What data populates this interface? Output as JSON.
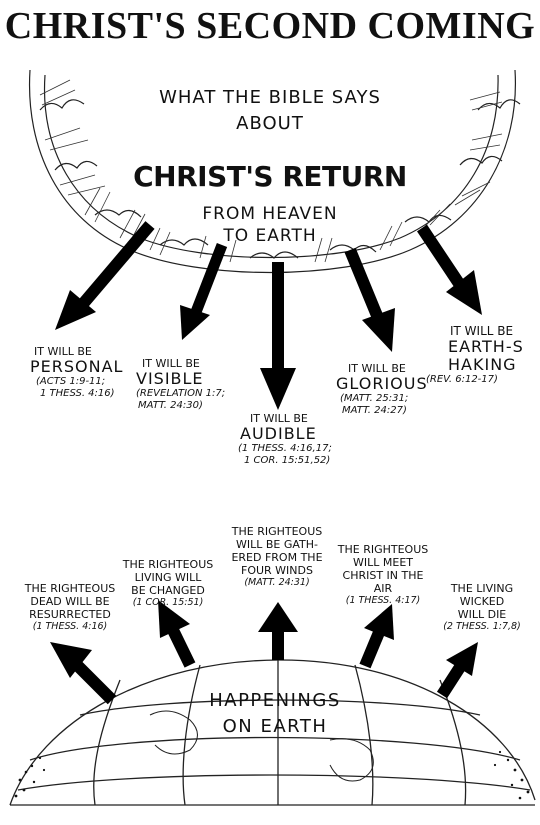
{
  "title": "CHRIST'S SECOND COMING",
  "subtitle": [
    "WHAT THE BIBLE SAYS",
    "ABOUT"
  ],
  "return_title": "CHRIST'S RETURN",
  "return_sub": [
    "FROM HEAVEN",
    "TO EARTH"
  ],
  "return_points": [
    {
      "pre": "IT WILL BE",
      "word": "PERSONAL",
      "ref": [
        "(ACTS 1:9-11;",
        "1 THESS. 4:16)"
      ]
    },
    {
      "pre": "IT WILL BE",
      "word": "VISIBLE",
      "ref": [
        "(REVELATION 1:7;",
        "MATT. 24:30)"
      ]
    },
    {
      "pre": "IT WILL BE",
      "word": "AUDIBLE",
      "ref": [
        "(1 THESS. 4:16,17;",
        "1 COR. 15:51,52)"
      ]
    },
    {
      "pre": "IT WILL BE",
      "word": "GLORIOUS",
      "ref": [
        "(MATT. 25:31;",
        "MATT. 24:27)"
      ]
    },
    {
      "pre": "IT WILL BE",
      "word": "EARTH-SHAKING",
      "ref": [
        "(REV. 6:12-17)"
      ]
    }
  ],
  "earth_events": [
    {
      "text": [
        "THE RIGHTEOUS",
        "DEAD WILL BE",
        "RESURRECTED"
      ],
      "ref": "(1 THESS. 4:16)"
    },
    {
      "text": [
        "THE RIGHTEOUS",
        "LIVING WILL",
        "BE CHANGED"
      ],
      "ref": "(1 COR. 15:51)"
    },
    {
      "text": [
        "THE RIGHTEOUS",
        "WILL BE GATH-",
        "ERED FROM THE",
        "FOUR WINDS"
      ],
      "ref": "(MATT. 24:31)"
    },
    {
      "text": [
        "THE RIGHTEOUS",
        "WILL MEET",
        "CHRIST IN THE",
        "AIR"
      ],
      "ref": "(1 THESS. 4:17)"
    },
    {
      "text": [
        "THE LIVING",
        "WICKED",
        "WILL DIE"
      ],
      "ref": "(2 THESS. 1:7,8)"
    }
  ],
  "happenings": [
    "HAPPENINGS",
    "ON EARTH"
  ]
}
